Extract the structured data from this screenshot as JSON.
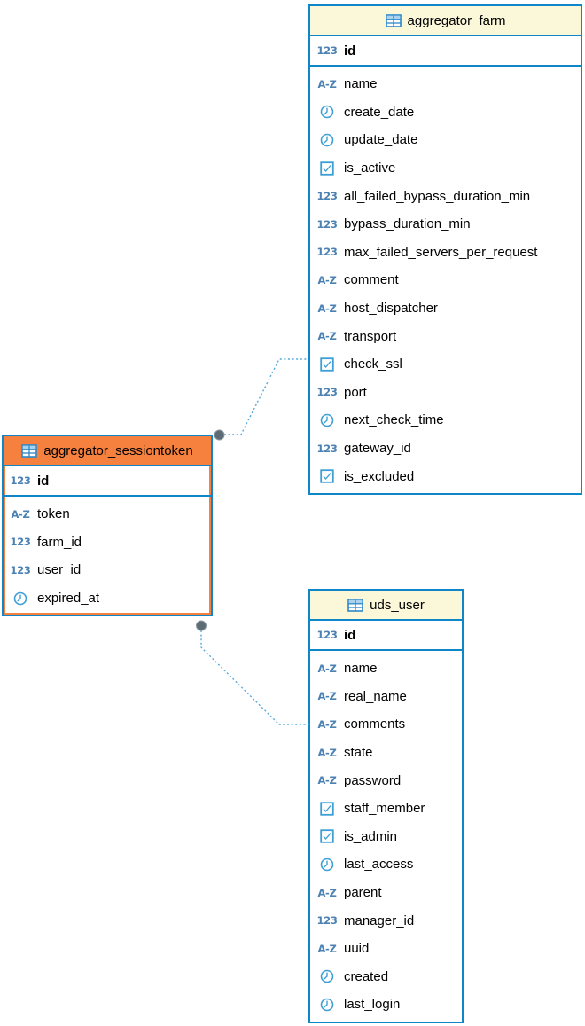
{
  "diagram": {
    "icon_glyphs": {
      "number": "123",
      "text": "A-Z"
    },
    "colors": {
      "table_border": "#0e86c7",
      "header_fill": "#fbf8da",
      "selected_fill": "#f6813f",
      "icon_blue": "#3e9fd4",
      "type_text_blue": "#4c82b3",
      "relation_line": "#55a9dc",
      "relation_dot": "#5d6b75"
    },
    "tables": [
      {
        "name": "aggregator_farm",
        "selected": false,
        "columns": [
          {
            "name": "id",
            "type": "number",
            "pk": true
          },
          {
            "name": "name",
            "type": "text"
          },
          {
            "name": "create_date",
            "type": "datetime"
          },
          {
            "name": "update_date",
            "type": "datetime"
          },
          {
            "name": "is_active",
            "type": "boolean"
          },
          {
            "name": "all_failed_bypass_duration_min",
            "type": "number"
          },
          {
            "name": "bypass_duration_min",
            "type": "number"
          },
          {
            "name": "max_failed_servers_per_request",
            "type": "number"
          },
          {
            "name": "comment",
            "type": "text"
          },
          {
            "name": "host_dispatcher",
            "type": "text"
          },
          {
            "name": "transport",
            "type": "text"
          },
          {
            "name": "check_ssl",
            "type": "boolean"
          },
          {
            "name": "port",
            "type": "number"
          },
          {
            "name": "next_check_time",
            "type": "datetime"
          },
          {
            "name": "gateway_id",
            "type": "number"
          },
          {
            "name": "is_excluded",
            "type": "boolean"
          }
        ]
      },
      {
        "name": "aggregator_sessiontoken",
        "selected": true,
        "columns": [
          {
            "name": "id",
            "type": "number",
            "pk": true
          },
          {
            "name": "token",
            "type": "text"
          },
          {
            "name": "farm_id",
            "type": "number"
          },
          {
            "name": "user_id",
            "type": "number"
          },
          {
            "name": "expired_at",
            "type": "datetime"
          }
        ]
      },
      {
        "name": "uds_user",
        "selected": false,
        "columns": [
          {
            "name": "id",
            "type": "number",
            "pk": true
          },
          {
            "name": "name",
            "type": "text"
          },
          {
            "name": "real_name",
            "type": "text"
          },
          {
            "name": "comments",
            "type": "text"
          },
          {
            "name": "state",
            "type": "text"
          },
          {
            "name": "password",
            "type": "text"
          },
          {
            "name": "staff_member",
            "type": "boolean"
          },
          {
            "name": "is_admin",
            "type": "boolean"
          },
          {
            "name": "last_access",
            "type": "datetime"
          },
          {
            "name": "parent",
            "type": "text"
          },
          {
            "name": "manager_id",
            "type": "number"
          },
          {
            "name": "uuid",
            "type": "text"
          },
          {
            "name": "created",
            "type": "datetime"
          },
          {
            "name": "last_login",
            "type": "datetime"
          }
        ]
      }
    ],
    "relations": [
      {
        "from_table": "aggregator_sessiontoken",
        "to_table": "aggregator_farm",
        "style": "dotted"
      },
      {
        "from_table": "aggregator_sessiontoken",
        "to_table": "uds_user",
        "style": "dotted"
      }
    ]
  }
}
